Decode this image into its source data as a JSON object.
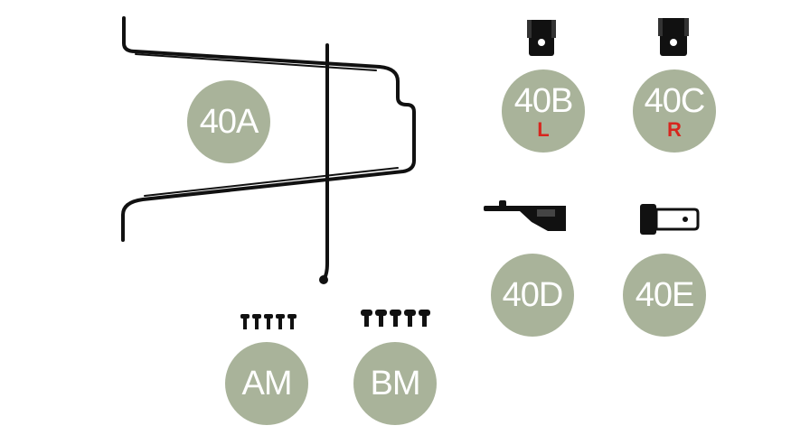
{
  "parts": [
    {
      "code": "40A"
    },
    {
      "code": "40B",
      "side": "L"
    },
    {
      "code": "40C",
      "side": "R"
    },
    {
      "code": "40D"
    },
    {
      "code": "40E"
    },
    {
      "code": "AM",
      "screw_count": 5
    },
    {
      "code": "BM",
      "screw_count": 5
    }
  ],
  "colors": {
    "badge_fill": "#a9b39a",
    "badge_text": "#ffffff",
    "side_marker": "#d7261e",
    "part": "#111111"
  }
}
